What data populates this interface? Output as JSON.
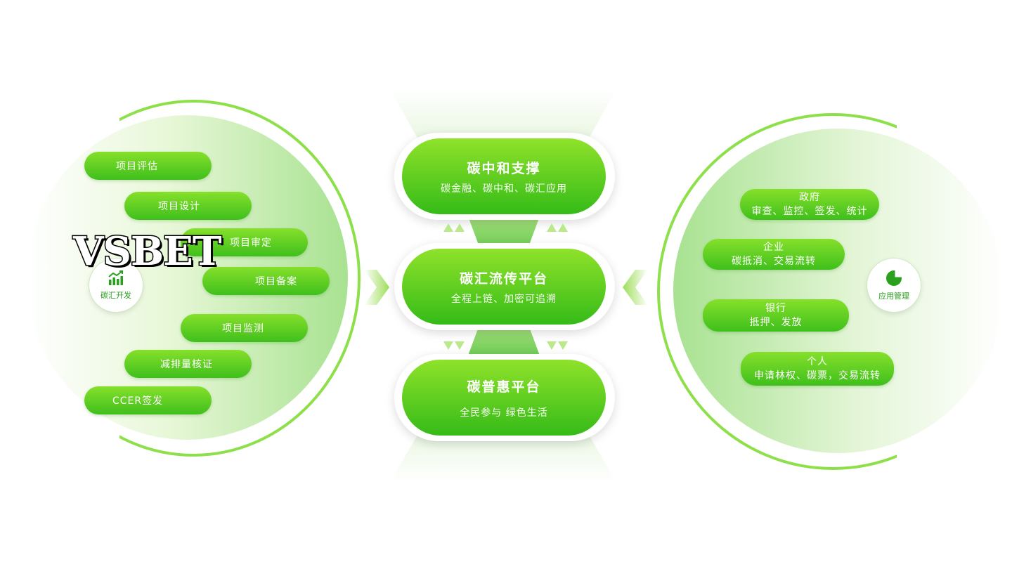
{
  "colors": {
    "green_light": "#8fe22a",
    "green_dark": "#35bb18",
    "ring": "#8ee04a",
    "hub_text": "#2aa01f"
  },
  "left": {
    "hub_label": "碳汇开发",
    "hub_icon": "bar-chart-up-icon",
    "items": [
      "项目评估",
      "项目设计",
      "项目审定",
      "项目备案",
      "项目监测",
      "减排量核证",
      "CCER签发"
    ]
  },
  "center": {
    "top": {
      "title": "碳中和支撑",
      "subtitle": "碳金融、碳中和、碳汇应用"
    },
    "middle": {
      "title": "碳汇流传平台",
      "subtitle": "全程上链、加密可追溯"
    },
    "bottom": {
      "title": "碳普惠平台",
      "subtitle": "全民参与  绿色生活"
    }
  },
  "right": {
    "hub_label": "应用管理",
    "hub_icon": "pie-chart-icon",
    "items": [
      {
        "title": "政府",
        "desc": "审查、监控、签发、统计"
      },
      {
        "title": "企业",
        "desc": "碳抵消、交易流转"
      },
      {
        "title": "银行",
        "desc": "抵押、发放"
      },
      {
        "title": "个人",
        "desc": "申请林权、碳票，交易流转"
      }
    ]
  },
  "logo": {
    "text": "VSBET"
  }
}
